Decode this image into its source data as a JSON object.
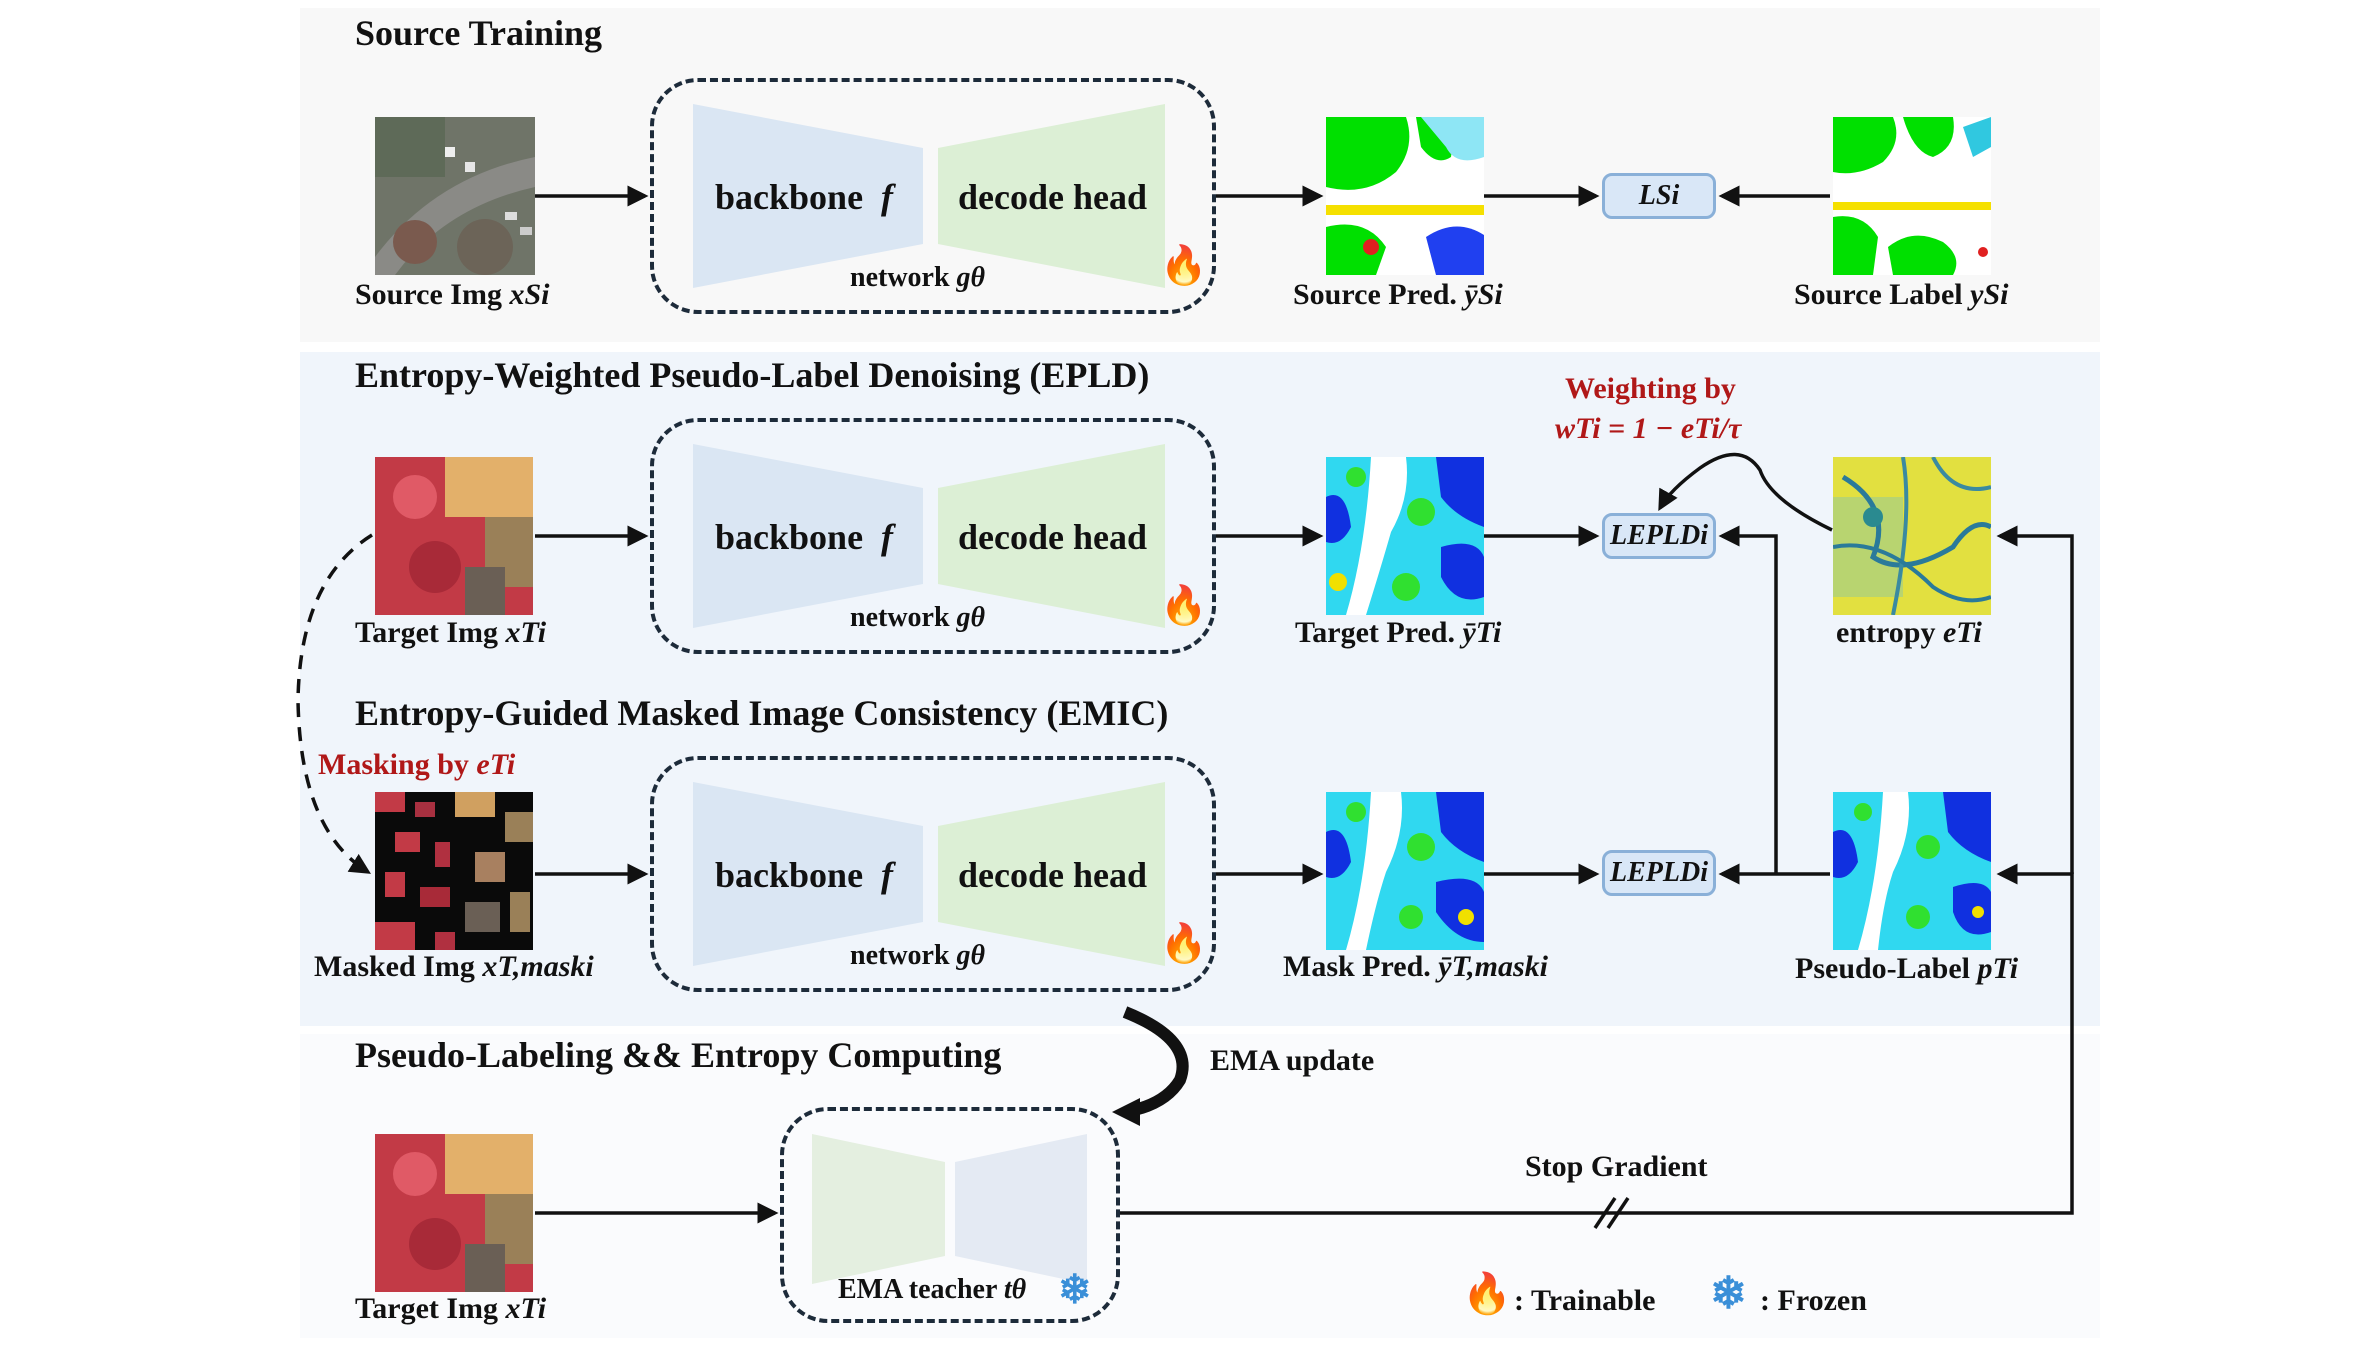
{
  "sections": {
    "source_training": "Source Training",
    "epld": "Entropy-Weighted Pseudo-Label Denoising (EPLD)",
    "emic": "Entropy-Guided Masked Image Consistency (EMIC)",
    "pseudo": "Pseudo-Labeling && Entropy Computing"
  },
  "network": {
    "backbone": "backbone",
    "backbone_sym": "f",
    "decode": "decode head",
    "label": "network",
    "label_sym": "gθ"
  },
  "row1": {
    "src_img": "Source Img",
    "src_img_sym": "xSi",
    "src_pred": "Source Pred.",
    "src_pred_sym": "ȳSi",
    "src_label": "Source Label",
    "src_label_sym": "ySi",
    "loss": "LSi"
  },
  "row2": {
    "tgt_img": "Target Img",
    "tgt_img_sym": "xTi",
    "tgt_pred": "Target Pred.",
    "tgt_pred_sym": "ȳTi",
    "entropy": "entropy",
    "entropy_sym": "eTi",
    "loss": "LEPLDi",
    "weighting_title": "Weighting by",
    "weighting_formula": "wTi = 1 − eTi/τ"
  },
  "row3": {
    "masking": "Masking by",
    "masking_sym": "eTi",
    "masked_img": "Masked Img",
    "masked_img_sym": "xT,maski",
    "mask_pred": "Mask Pred.",
    "mask_pred_sym": "ȳT,maski",
    "pseudo_label": "Pseudo-Label",
    "pseudo_label_sym": "pTi",
    "loss": "LEPLDi"
  },
  "row4": {
    "tgt_img": "Target Img",
    "tgt_img_sym": "xTi",
    "teacher": "EMA teacher",
    "teacher_sym": "tθ",
    "ema_update": "EMA update",
    "stop_gradient": "Stop Gradient"
  },
  "legend": {
    "trainable": ": Trainable",
    "frozen": ": Frozen"
  },
  "colors": {
    "backbone_fill": "#dae6f3",
    "decode_fill": "#dcefd5",
    "panel_fill": "#f3f7fc",
    "accent_red": "#b01818",
    "loss_fill": "#d9e7f7"
  }
}
